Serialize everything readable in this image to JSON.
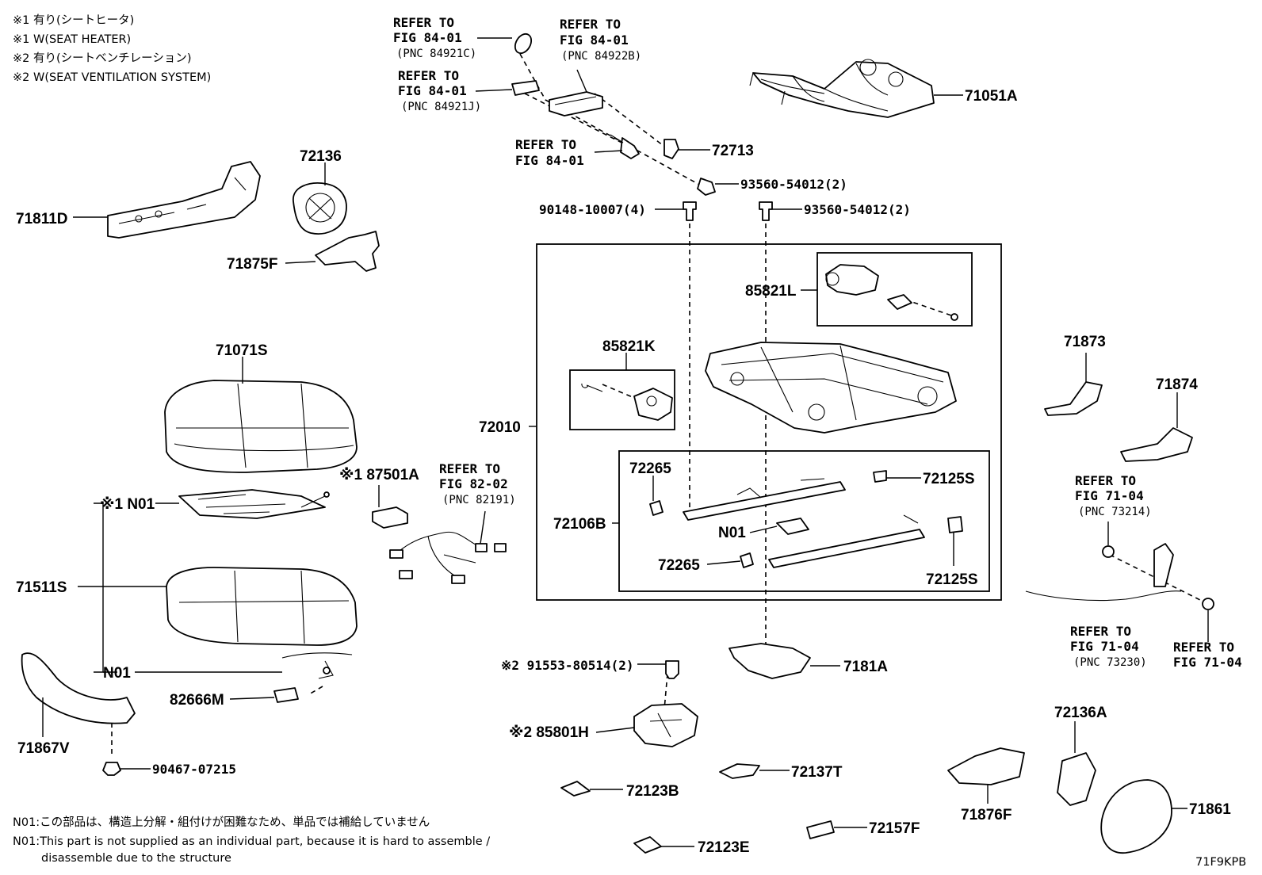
{
  "notes_top": [
    "※1 有り(シートヒータ)",
    "※1 W(SEAT HEATER)",
    "※2 有り(シートベンチレーション)",
    "※2 W(SEAT VENTILATION SYSTEM)"
  ],
  "refs": {
    "ref_84921c": {
      "line1": "REFER TO",
      "line2": "FIG 84-01",
      "pnc": "(PNC 84921C)"
    },
    "ref_84922b": {
      "line1": "REFER TO",
      "line2": "FIG 84-01",
      "pnc": "(PNC 84922B)"
    },
    "ref_84921j": {
      "line1": "REFER TO",
      "line2": "FIG 84-01",
      "pnc": "(PNC 84921J)"
    },
    "ref_84_01": {
      "line1": "REFER TO",
      "line2": "FIG 84-01"
    },
    "ref_82191": {
      "line1": "REFER TO",
      "line2": "FIG 82-02",
      "pnc": "(PNC 82191)"
    },
    "ref_73214": {
      "line1": "REFER TO",
      "line2": "FIG 71-04",
      "pnc": "(PNC 73214)"
    },
    "ref_73230": {
      "line1": "REFER TO",
      "line2": "FIG 71-04",
      "pnc": "(PNC 73230)"
    },
    "ref_71_04": {
      "line1": "REFER TO",
      "line2": "FIG 71-04"
    }
  },
  "parts": {
    "p71051a": "71051A",
    "p72713": "72713",
    "p93560_top": "93560-54012(2)",
    "p90148": "90148-10007(4)",
    "p93560_mid": "93560-54012(2)",
    "p72136": "72136",
    "p71811d": "71811D",
    "p71875f": "71875F",
    "p85821l": "85821L",
    "p85821k": "85821K",
    "p72010": "72010",
    "p71071s": "71071S",
    "p87501a": "※1 87501A",
    "p_n01_heater": "※1 N01",
    "p71511s": "71511S",
    "p_n01_lower": "N01",
    "p82666m": "82666M",
    "p71867v": "71867V",
    "p90467": "90467-07215",
    "p72265_a": "72265",
    "p72106b": "72106B",
    "p72125s_a": "72125S",
    "p_n01_track": "N01",
    "p72265_b": "72265",
    "p72125s_b": "72125S",
    "p71873": "71873",
    "p71874": "71874",
    "p91553": "※2 91553-80514(2)",
    "p85801h": "※2 85801H",
    "p7181a": "7181A",
    "p72137t": "72137T",
    "p72123b": "72123B",
    "p72157f": "72157F",
    "p72123e": "72123E",
    "p72136a": "72136A",
    "p71876f": "71876F",
    "p71861": "71861"
  },
  "notes_bottom": {
    "jp": "N01:この部品は、構造上分解・組付けが困難なため、単品では補給していません",
    "en1": "N01:This part is not supplied as an individual part, because it is hard to assemble /",
    "en2": "disassemble due to the structure"
  },
  "figure_code": "71F9KPB"
}
